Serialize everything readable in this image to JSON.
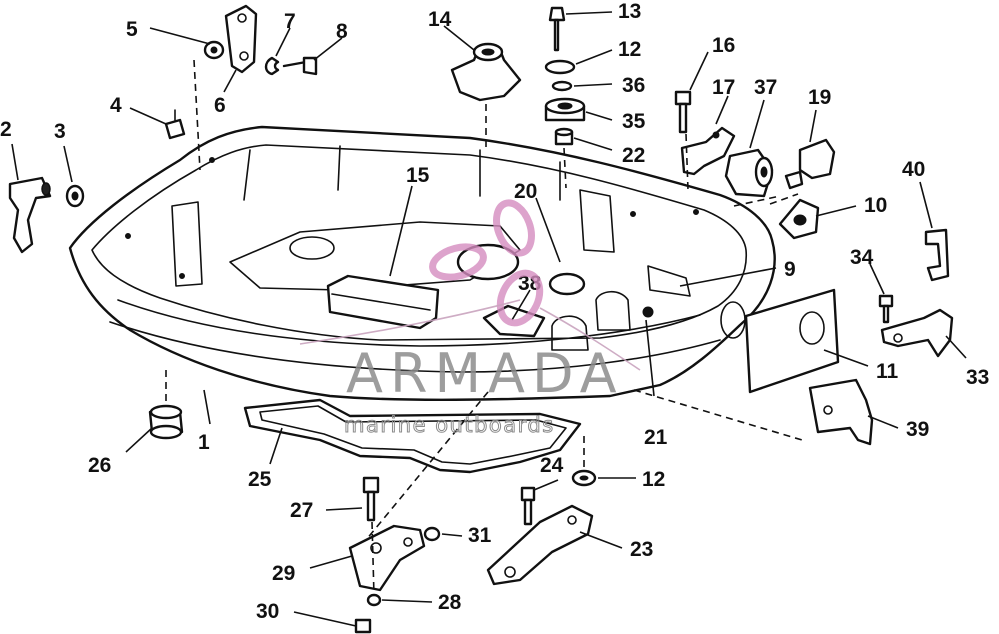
{
  "callouts": [
    "1",
    "2",
    "3",
    "4",
    "5",
    "6",
    "7",
    "8",
    "9",
    "10",
    "11",
    "12",
    "12",
    "13",
    "14",
    "15",
    "16",
    "17",
    "19",
    "20",
    "21",
    "22",
    "23",
    "24",
    "25",
    "26",
    "27",
    "28",
    "29",
    "30",
    "31",
    "33",
    "34",
    "35",
    "36",
    "37",
    "38",
    "39",
    "40"
  ],
  "watermark": {
    "title": "ARMADA",
    "subtitle": "marine outboards"
  },
  "colors": {
    "ink": "#111111",
    "watermark_text": "#8c8c8c",
    "logo_petal": "#d48cbf"
  }
}
